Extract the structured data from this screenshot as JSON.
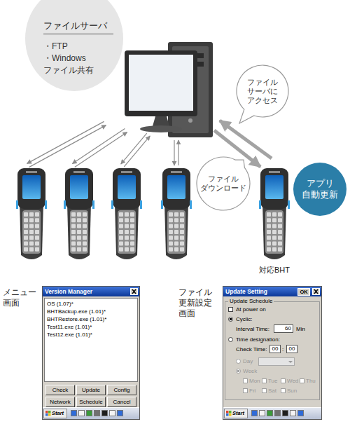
{
  "diagram": {
    "nodes": [
      {
        "text": [
          "ファイルサーバ",
          "・FTP",
          "・Windows ファイル共有"
        ]
      },
      {
        "text": [
          "ファイル サーバに アクセス"
        ]
      },
      {
        "text": [
          "ファイル ダウンロード"
        ]
      },
      {
        "text": [
          "アプリ 自動更新"
        ]
      },
      {
        "text": [
          "Version Manager"
        ]
      },
      {
        "text": [
          "OS (1.07)*",
          "BHTBackup.exe (1.01)*",
          "BHTRestore.exe (1.01)*",
          "Test11.exe (1.01)*",
          "Test12.exe (1.01)*"
        ],
        "in": 4
      },
      {
        "text": [
          "Check"
        ],
        "in": 4
      },
      {
        "text": [
          "Update"
        ],
        "in": 4
      },
      {
        "text": [
          "Config"
        ],
        "in": 4
      },
      {
        "text": [
          "Network"
        ],
        "in": 4
      },
      {
        "text": [
          "Schedule"
        ],
        "in": 4
      },
      {
        "text": [
          "Cancel"
        ],
        "in": 4
      },
      {
        "text": [
          "Start"
        ],
        "in": 4
      },
      {
        "text": [
          "Update Setting"
        ]
      },
      {
        "text": [
          "OK"
        ],
        "in": 13
      },
      {
        "text": [
          "Update Schedule",
          "At power on",
          "Cyclic:",
          "Interval Time:",
          "Min",
          "Time designation:",
          "Check Time:",
          ":",
          "Day",
          "Week",
          "Mon",
          "Tue",
          "Wed",
          "Thu",
          "Fri",
          "Sat",
          "Sun"
        ],
        "in": 13
      },
      {
        "text": [
          "60"
        ],
        "in": 15
      },
      {
        "text": [
          "00"
        ],
        "in": 15
      },
      {
        "text": [
          "00"
        ],
        "in": 15
      },
      {
        "text": [
          "Start"
        ],
        "in": 13
      }
    ],
    "labels": [
      "対応BHT",
      "メニュー 画面",
      "ファイル 更新設定 画面"
    ]
  }
}
